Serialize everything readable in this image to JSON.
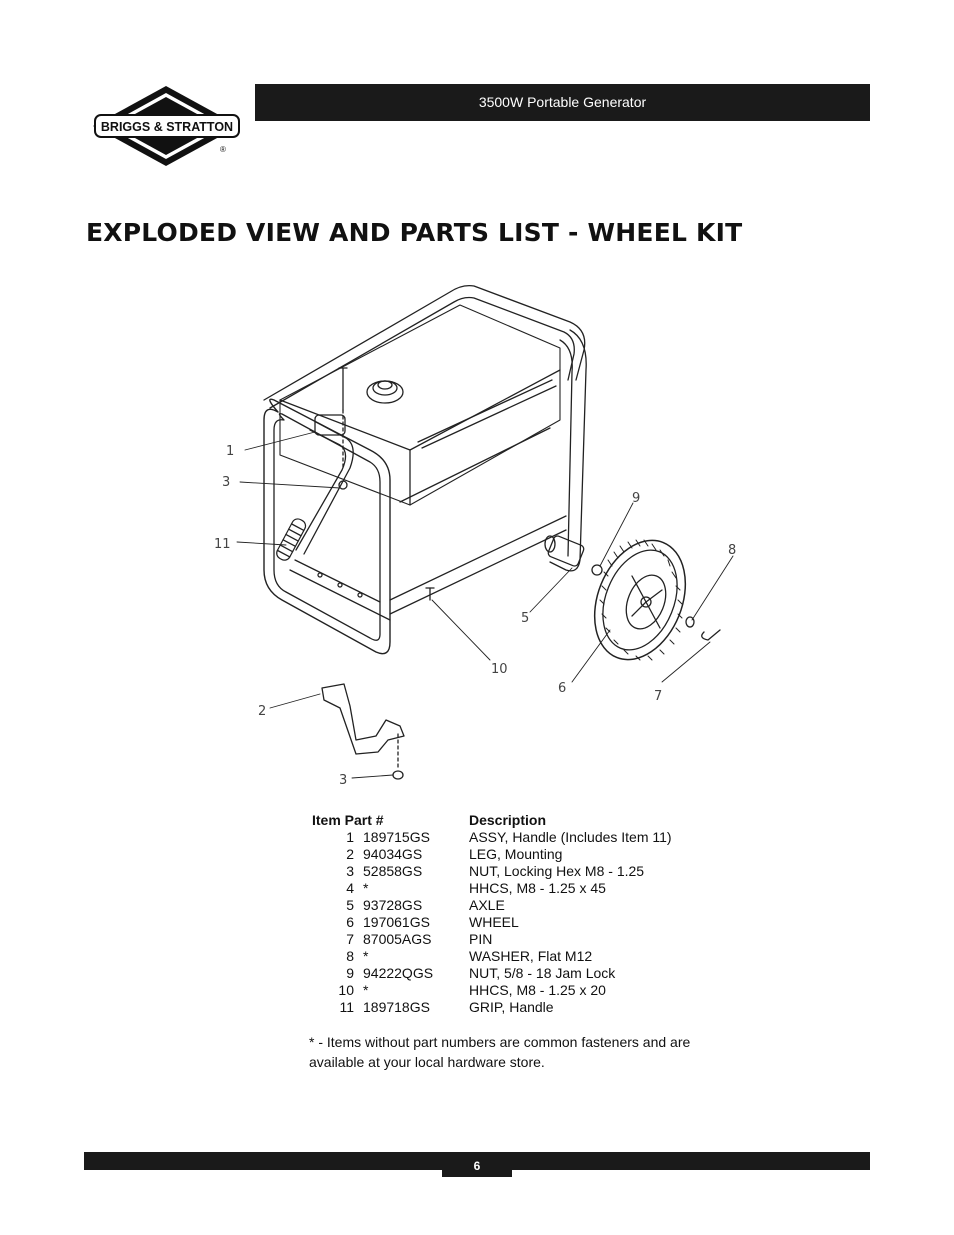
{
  "header": {
    "logo_text": "BRIGGS & STRATTON",
    "logo_mark": "®",
    "title": "3500W Portable Generator"
  },
  "page_title": "EXPLODED VIEW AND PARTS LIST - WHEEL KIT",
  "diagram": {
    "callouts": [
      "1",
      "3",
      "11",
      "9",
      "8",
      "5",
      "10",
      "6",
      "7",
      "2",
      "3"
    ]
  },
  "parts_table": {
    "headers": {
      "item_part": "Item Part #",
      "description": "Description"
    },
    "rows": [
      {
        "item": "1",
        "part": "189715GS",
        "description": "ASSY, Handle (Includes Item 11)"
      },
      {
        "item": "2",
        "part": "94034GS",
        "description": "LEG, Mounting"
      },
      {
        "item": "3",
        "part": "52858GS",
        "description": "NUT, Locking Hex M8 - 1.25"
      },
      {
        "item": "4",
        "part": "*",
        "description": "HHCS, M8 - 1.25 x 45"
      },
      {
        "item": "5",
        "part": "93728GS",
        "description": "AXLE"
      },
      {
        "item": "6",
        "part": "197061GS",
        "description": "WHEEL"
      },
      {
        "item": "7",
        "part": "87005AGS",
        "description": "PIN"
      },
      {
        "item": "8",
        "part": "*",
        "description": "WASHER, Flat M12"
      },
      {
        "item": "9",
        "part": "94222QGS",
        "description": "NUT, 5/8 - 18 Jam Lock"
      },
      {
        "item": "10",
        "part": "*",
        "description": "HHCS, M8 - 1.25 x 20"
      },
      {
        "item": "11",
        "part": "189718GS",
        "description": "GRIP, Handle"
      }
    ]
  },
  "footnote": "* - Items without part numbers are common fasteners and are available at your local hardware store.",
  "footer": {
    "page_number": "6"
  }
}
